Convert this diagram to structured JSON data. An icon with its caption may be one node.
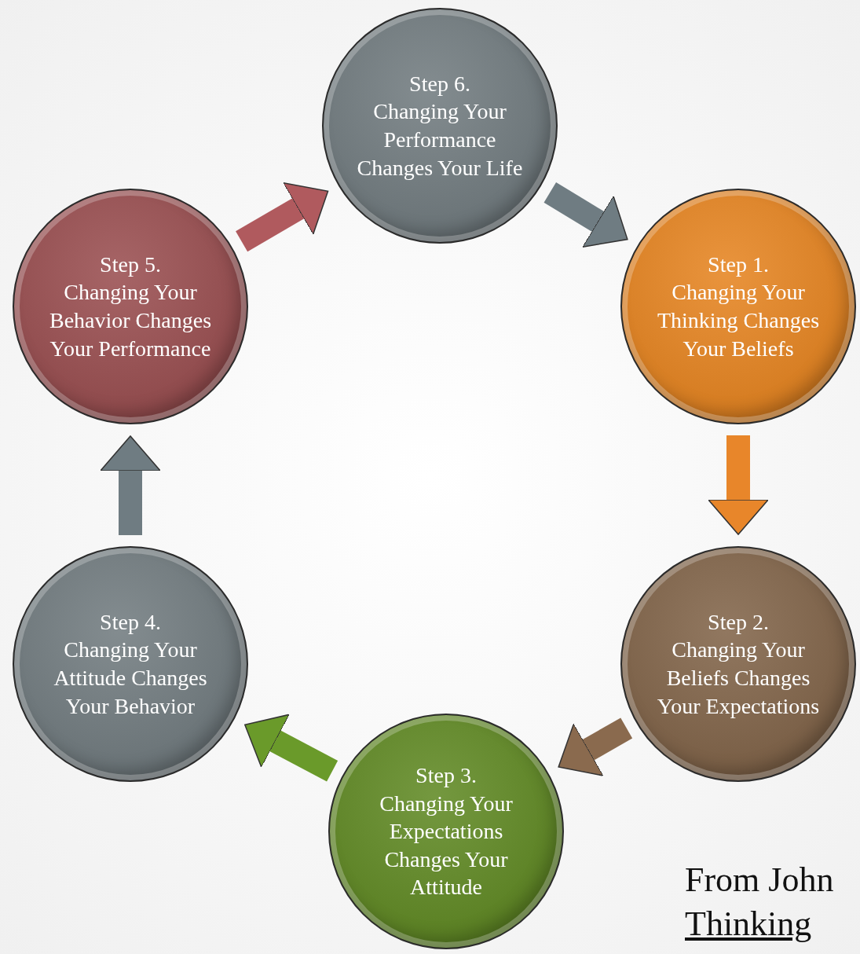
{
  "diagram": {
    "nodes": [
      {
        "text": [
          "Step 6.",
          "Changing Your Performance Changes Your Life"
        ]
      },
      {
        "text": [
          "Step 5.",
          "Changing Your Behavior Changes Your Performance"
        ]
      },
      {
        "text": [
          "Step 1.",
          "Changing Your Thinking Changes Your Beliefs"
        ]
      },
      {
        "text": [
          "Step 4.",
          "Changing Your Attitude Changes Your Behavior"
        ]
      },
      {
        "text": [
          "Step 2.",
          "Changing Your Beliefs Changes Your Expectations"
        ]
      },
      {
        "text": [
          "Step 3.",
          "Changing Your Expectations Changes Your Attitude"
        ]
      }
    ],
    "edges": [
      {
        "from": 2,
        "to": 4,
        "arrow": "to",
        "color": "#e8862a"
      },
      {
        "from": 4,
        "to": 5,
        "arrow": "to",
        "color": "#8a6a4e"
      },
      {
        "from": 5,
        "to": 3,
        "arrow": "to",
        "color": "#6a9a2a"
      },
      {
        "from": 3,
        "to": 1,
        "arrow": "to",
        "color": "#6f7c82"
      },
      {
        "from": 1,
        "to": 0,
        "arrow": "to",
        "color": "#b05a5e"
      },
      {
        "from": 0,
        "to": 2,
        "arrow": "to",
        "color": "#6f7c82"
      }
    ],
    "labels": [
      "From John",
      "Thinking"
    ]
  }
}
